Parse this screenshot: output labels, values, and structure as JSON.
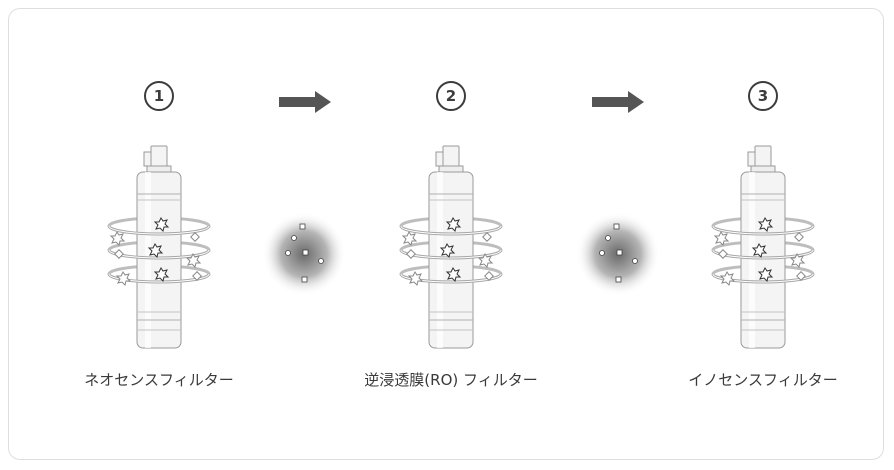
{
  "steps": [
    {
      "number": "1",
      "label": "ネオセンスフィルター"
    },
    {
      "number": "2",
      "label": "逆浸透膜(RO) フィルター"
    },
    {
      "number": "3",
      "label": "イノセンスフィルター"
    }
  ],
  "icons": {
    "arrow": "arrow-right-icon",
    "filter": "filter-cartridge-icon",
    "particles": "particle-cloud-icon"
  },
  "colors": {
    "border": "#dedede",
    "arrow": "#555555",
    "text": "#3a3a3a",
    "cartridge": "#f4f4f4",
    "cartridge_outline": "#9a9a9a"
  }
}
